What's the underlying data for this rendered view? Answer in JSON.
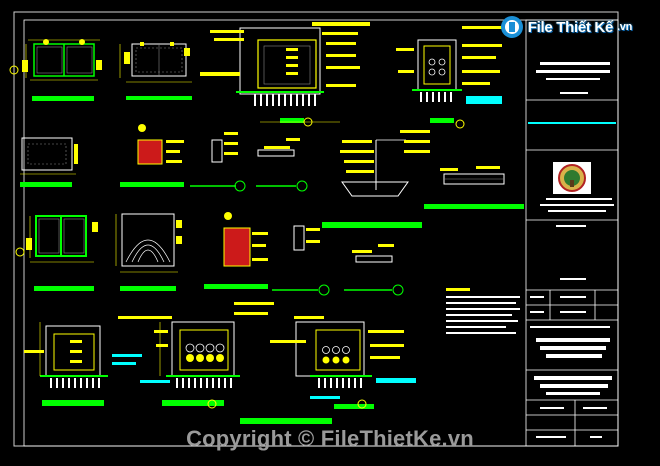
{
  "watermark": {
    "brand_text": "File Thiết Kế",
    "brand_suffix": ".vn",
    "logo_icon": "file-thiet-ke-logo-icon",
    "copyright": "Copyright © FileThietKe.vn"
  },
  "colors": {
    "background": "#000000",
    "frame": "#ffffff",
    "line_yellow": "#ffff00",
    "line_green": "#00ff00",
    "line_cyan": "#00ffff",
    "line_magenta": "#ff00ff",
    "hatch_red": "#cc1a1a",
    "text_gray": "#9a9a9a"
  }
}
